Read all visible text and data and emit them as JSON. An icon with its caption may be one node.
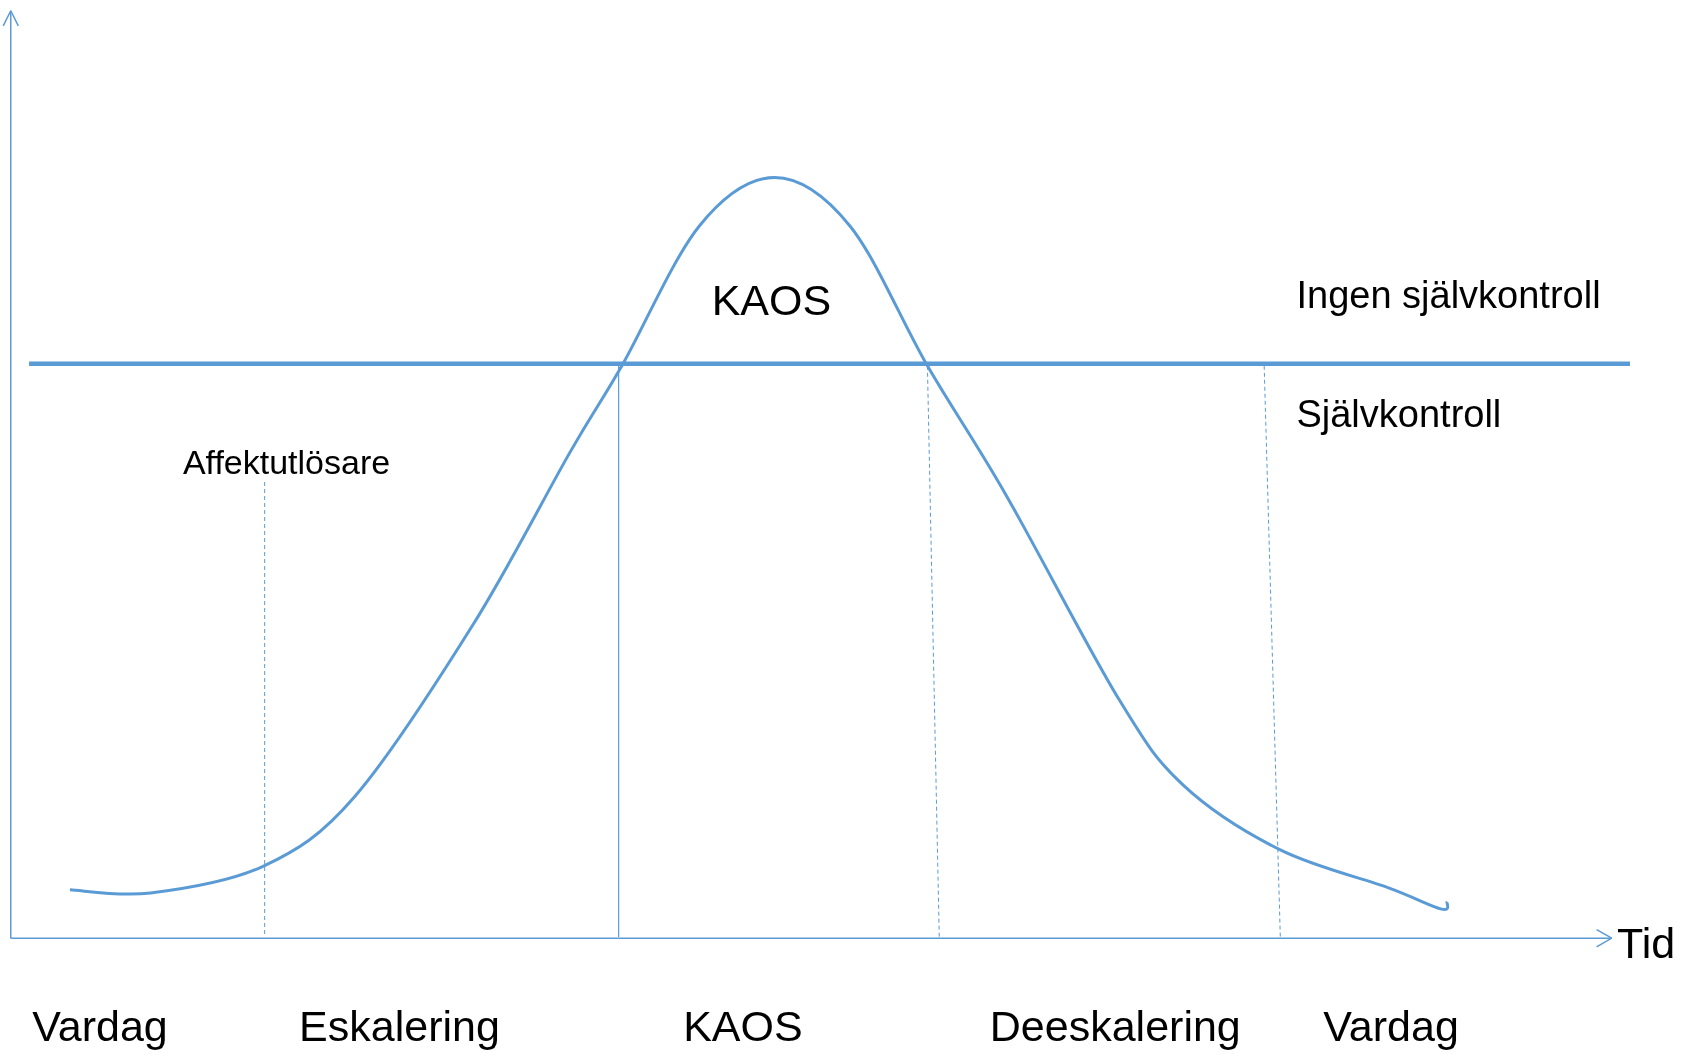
{
  "diagram": {
    "labels": [
      "KAOS",
      "Ingen självkontroll",
      "Självkontroll",
      "Affektutlösare",
      "Tid",
      "Vardag",
      "Eskalering",
      "KAOS",
      "Deeskalering",
      "Vardag"
    ]
  }
}
